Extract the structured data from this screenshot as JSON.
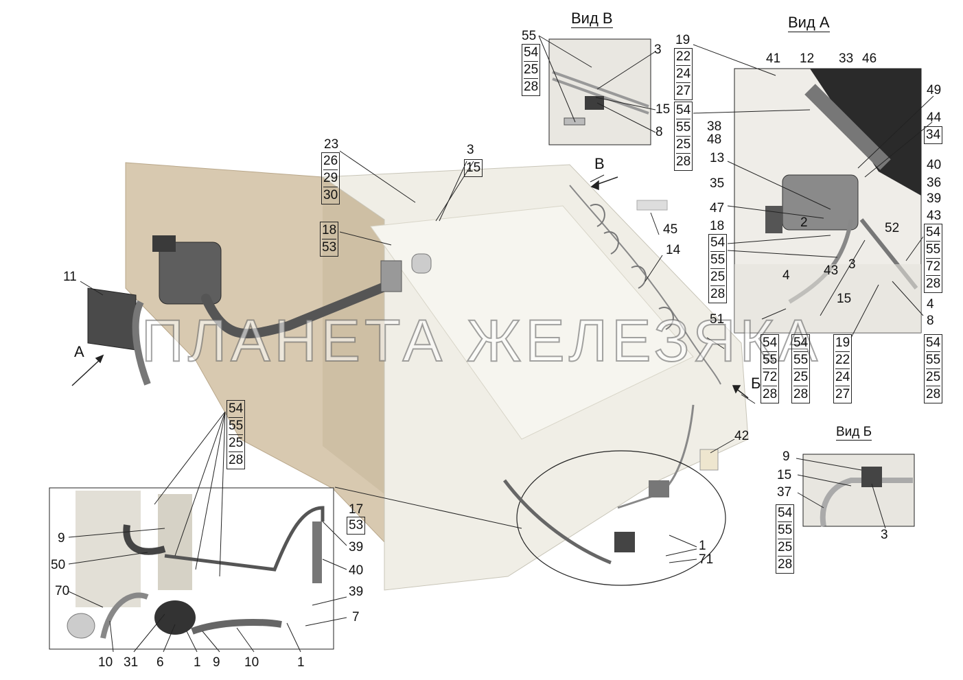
{
  "views": {
    "view_b": "Вид В",
    "view_a": "Вид А",
    "view_b2": "Вид Б"
  },
  "arrows": {
    "a": "А",
    "v": "В",
    "b": "Б"
  },
  "watermark": "ПЛАНЕТА ЖЕЛЕЗЯКА",
  "labels": {
    "n55": "55",
    "n3a": "3",
    "n15a": "15",
    "n8a": "8",
    "n19a": "19",
    "n41": "41",
    "n12": "12",
    "n33": "33",
    "n46": "46",
    "n49": "49",
    "n44": "44",
    "n38": "38",
    "n48": "48",
    "n13": "13",
    "n40a": "40",
    "n36": "36",
    "n35": "35",
    "n39a": "39",
    "n47": "47",
    "n43a": "43",
    "n18b": "18",
    "n2": "2",
    "n52": "52",
    "n43b": "43",
    "n3b": "3",
    "n4a": "4",
    "n15b": "15",
    "n4b": "4",
    "n51": "51",
    "n8b": "8",
    "n23": "23",
    "n3c": "3",
    "n45": "45",
    "n14": "14",
    "n11": "11",
    "n42": "42",
    "n9a": "9",
    "n15c": "15",
    "n37": "37",
    "n3d": "3",
    "n9b": "9",
    "n50": "50",
    "n70": "70",
    "n17": "17",
    "n39b": "39",
    "n40b": "40",
    "n39c": "39",
    "n7": "7",
    "n10a": "10",
    "n31": "31",
    "n6": "6",
    "n1a": "1",
    "n9c": "9",
    "n10b": "10",
    "n1b": "1",
    "n1c": "1",
    "n71": "71"
  },
  "stacks": {
    "s_vb_left": [
      "54",
      "25",
      "28"
    ],
    "s_va_19": [
      "22",
      "24",
      "27"
    ],
    "s_va_54": [
      "54",
      "55",
      "25",
      "28"
    ],
    "s_va_34": [
      "34"
    ],
    "s_va_54r": [
      "54",
      "55",
      "72",
      "28"
    ],
    "s_va_mid": [
      "54",
      "55",
      "25",
      "28"
    ],
    "s_b1": [
      "54",
      "55",
      "72",
      "28"
    ],
    "s_b2": [
      "54",
      "55",
      "25",
      "28"
    ],
    "s_b3": [
      "19",
      "22",
      "24",
      "27"
    ],
    "s_b4": [
      "54",
      "55",
      "25",
      "28"
    ],
    "s_23": [
      "26",
      "29",
      "30"
    ],
    "s_15": [
      "15"
    ],
    "s_18": [
      "18",
      "53"
    ],
    "s_vbb": [
      "54",
      "55",
      "25",
      "28"
    ],
    "s_54L": [
      "54",
      "55",
      "25",
      "28"
    ],
    "s_53": [
      "53"
    ]
  }
}
